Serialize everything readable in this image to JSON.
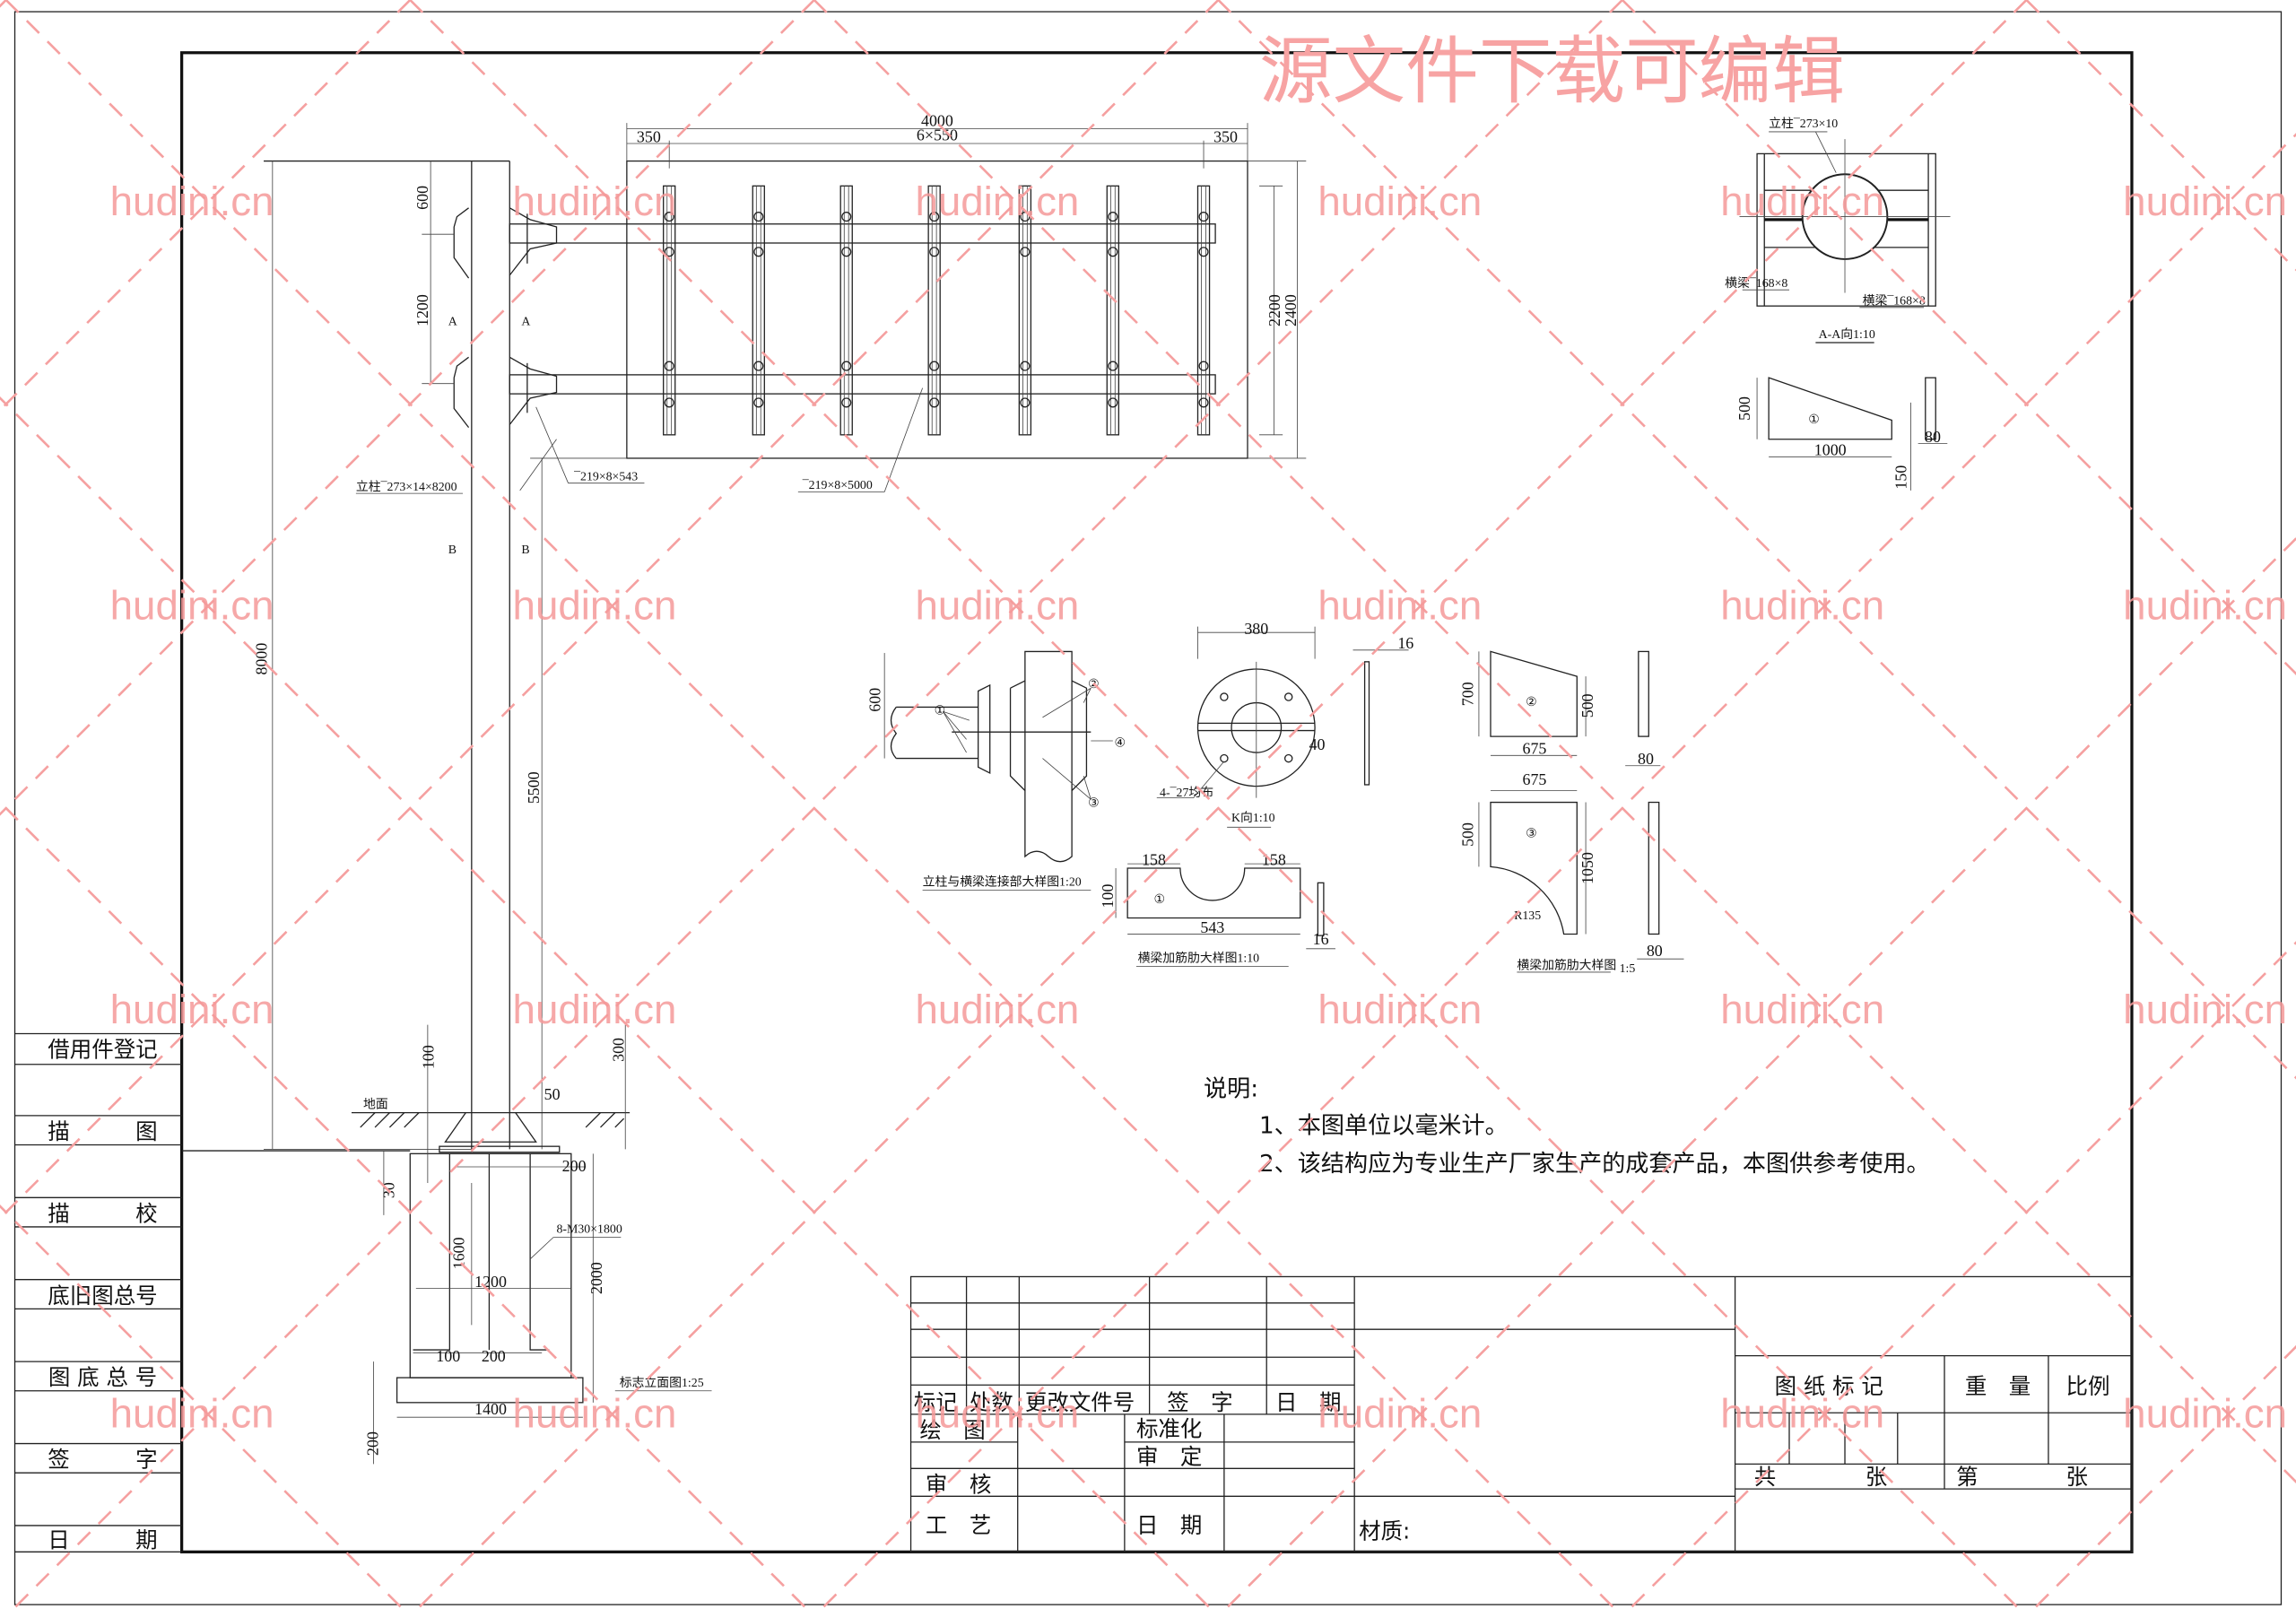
{
  "watermark": {
    "title": "源文件下载可编辑",
    "site": "hudini.cn",
    "color": "#f59a9a"
  },
  "elevation": {
    "dims": {
      "top_total": "4000",
      "top_spacing": "6×550",
      "top_left": "350",
      "top_right": "350",
      "panel_h_inner": "2200",
      "panel_h_outer": "2400",
      "d600": "600",
      "d1200": "1200",
      "d8000": "8000",
      "d5500": "5500",
      "d300": "300",
      "d100a": "100",
      "d50": "50",
      "d30": "30",
      "d200a": "200",
      "d1600": "1600",
      "d1200b": "1200",
      "d2000": "2000",
      "d100b": "100",
      "d200b": "200",
      "d1400": "1400",
      "d200c": "200"
    },
    "labels": {
      "pole": "立柱¯273×14×8200",
      "arm_short": "¯219×8×543",
      "arm_long": "¯219×8×5000",
      "section_a": "A",
      "section_b": "B",
      "ground": "地面",
      "bolts": "8-M30×1800",
      "caption": "标志立面图1:25"
    }
  },
  "view_aa": {
    "pole": "立柱¯273×10",
    "beam_left": "横梁¯168×8",
    "beam_right": "横梁¯168×8",
    "caption": "A-A向1:10",
    "part1": {
      "mark": "①",
      "h": "500",
      "w": "1000",
      "d150": "150",
      "t": "80"
    }
  },
  "details": {
    "connection": {
      "caption": "立柱与横梁连接部大样图1:20",
      "d600": "600",
      "m1": "①",
      "m2": "②",
      "m3": "③",
      "m4": "④"
    },
    "k_view": {
      "caption": "K向1:10",
      "d380": "380",
      "d16": "16",
      "holes": "4-¯27均布",
      "d40": "40"
    },
    "rib1": {
      "caption": "横梁加筋肋大样图1:10",
      "mark": "①",
      "d158a": "158",
      "d158b": "158",
      "d543": "543",
      "d100": "100",
      "d16": "16"
    },
    "rib2": {
      "mark": "②",
      "d700": "700",
      "d500": "500",
      "d675": "675",
      "d80": "80"
    },
    "rib3": {
      "mark": "③",
      "d675": "675",
      "d500": "500",
      "d1050": "1050",
      "r": "R135",
      "d80": "80",
      "caption": "横梁加筋肋大样图",
      "scale": "1:5"
    }
  },
  "notes": {
    "heading": "说明:",
    "items": [
      "1、本图单位以毫米计。",
      "2、该结构应为专业生产厂家生产的成套产品，本图供参考使用。"
    ]
  },
  "sidebar": {
    "rows": [
      "借用件登记",
      "描　　　图",
      "描　　　校",
      "底旧图总号",
      "图 底 总 号",
      "签　　　字",
      "日　　　期"
    ]
  },
  "title_block": {
    "rev_headers": [
      "标记",
      "处数",
      "更改文件号",
      "签　字",
      "日　期"
    ],
    "draw": "绘　图",
    "standard": "标准化",
    "approve": "审　定",
    "review": "审　核",
    "process": "工　艺",
    "date": "日　期",
    "material": "材质:",
    "drawing_mark": "图 纸 标 记",
    "weight": "重　量",
    "scale": "比例",
    "total": "共",
    "sheets1": "张",
    "sheet_no": "第",
    "sheets2": "张"
  }
}
